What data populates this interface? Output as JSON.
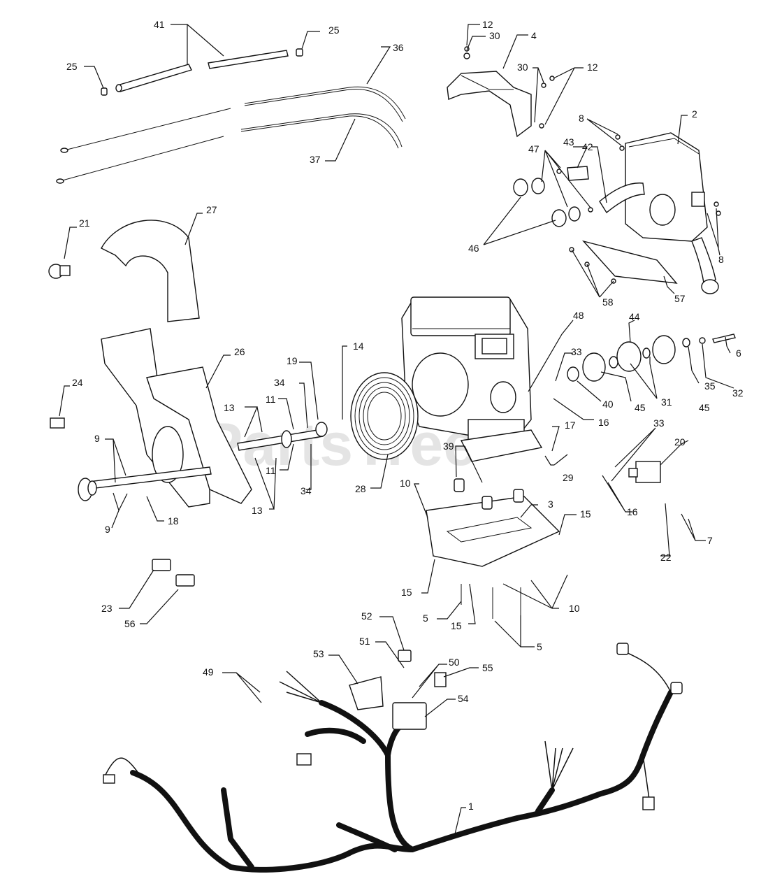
{
  "watermark": "PartsTree",
  "callouts": [
    "1",
    "2",
    "3",
    "4",
    "5",
    "5",
    "5",
    "6",
    "7",
    "8",
    "8",
    "9",
    "9",
    "10",
    "10",
    "10",
    "11",
    "11",
    "12",
    "12",
    "13",
    "13",
    "14",
    "15",
    "15",
    "15",
    "15",
    "16",
    "16",
    "17",
    "18",
    "19",
    "20",
    "21",
    "22",
    "23",
    "24",
    "25",
    "25",
    "26",
    "27",
    "28",
    "29",
    "30",
    "30",
    "31",
    "32",
    "33",
    "33",
    "34",
    "34",
    "35",
    "36",
    "37",
    "39",
    "40",
    "41",
    "42",
    "43",
    "44",
    "45",
    "45",
    "46",
    "47",
    "48",
    "49",
    "50",
    "51",
    "52",
    "53",
    "54",
    "55",
    "56",
    "57",
    "58"
  ]
}
